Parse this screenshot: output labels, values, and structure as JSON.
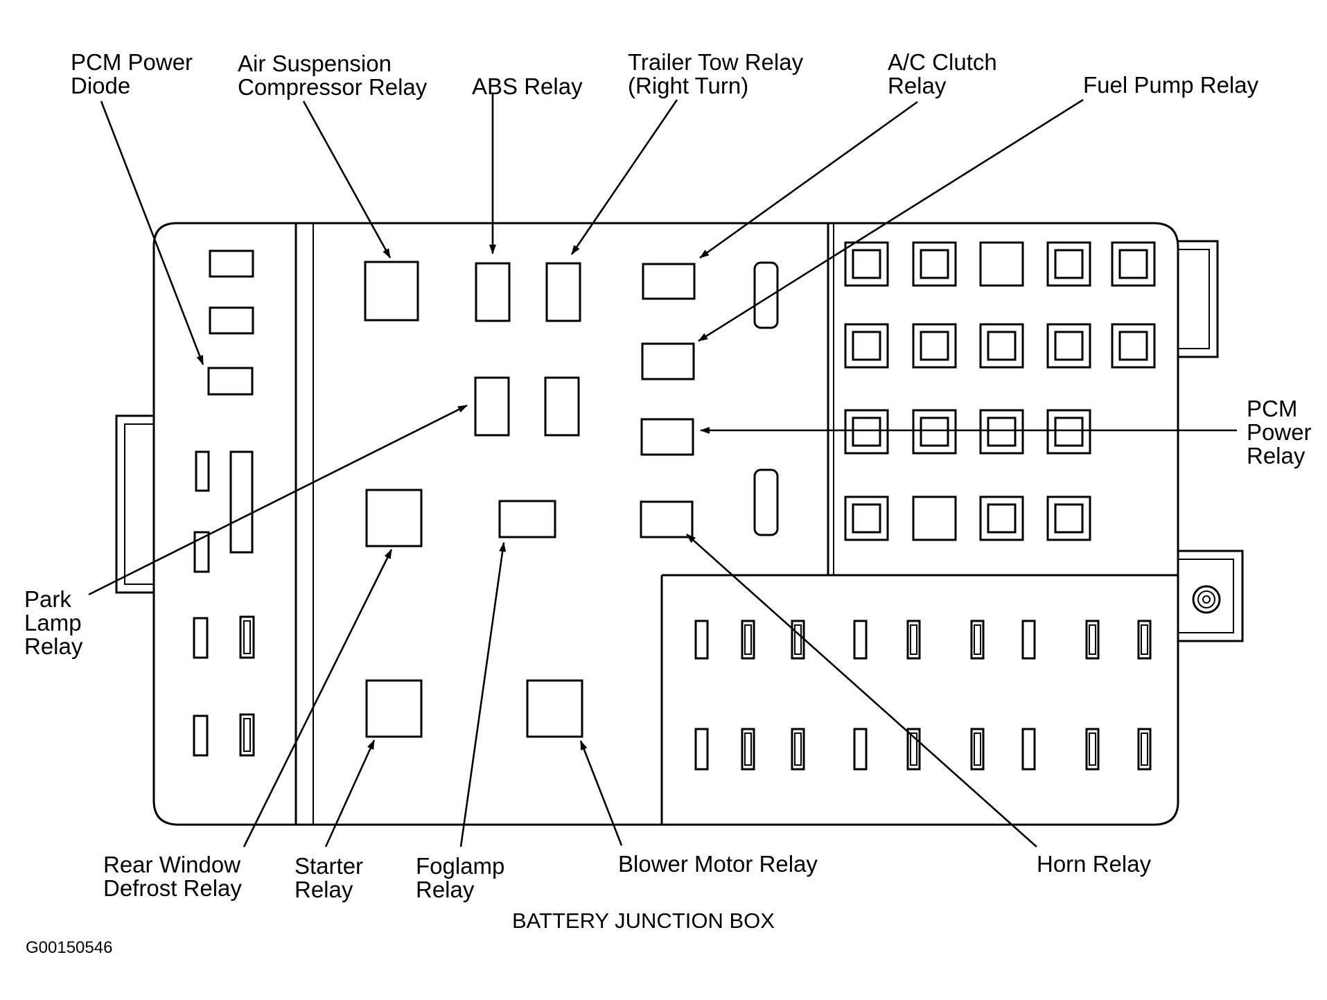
{
  "diagram": {
    "caption": "BATTERY JUNCTION BOX",
    "code": "G00150546",
    "labels": {
      "pcm_power_diode": [
        "PCM Power",
        "Diode"
      ],
      "air_suspension_relay": [
        "Air Suspension",
        "Compressor Relay"
      ],
      "abs_relay": [
        "ABS Relay"
      ],
      "trailer_tow_relay": [
        "Trailer Tow Relay",
        "(Right Turn)"
      ],
      "ac_clutch_relay": [
        "A/C Clutch",
        "Relay"
      ],
      "fuel_pump_relay": [
        "Fuel Pump Relay"
      ],
      "pcm_power_relay": [
        "PCM",
        "Power",
        "Relay"
      ],
      "park_lamp_relay": [
        "Park",
        "Lamp",
        "Relay"
      ],
      "rear_window_defrost_relay": [
        "Rear Window",
        "Defrost Relay"
      ],
      "starter_relay": [
        "Starter",
        "Relay"
      ],
      "foglamp_relay": [
        "Foglamp",
        "Relay"
      ],
      "blower_motor_relay": [
        "Blower Motor Relay"
      ],
      "horn_relay": [
        "Horn Relay"
      ]
    }
  }
}
